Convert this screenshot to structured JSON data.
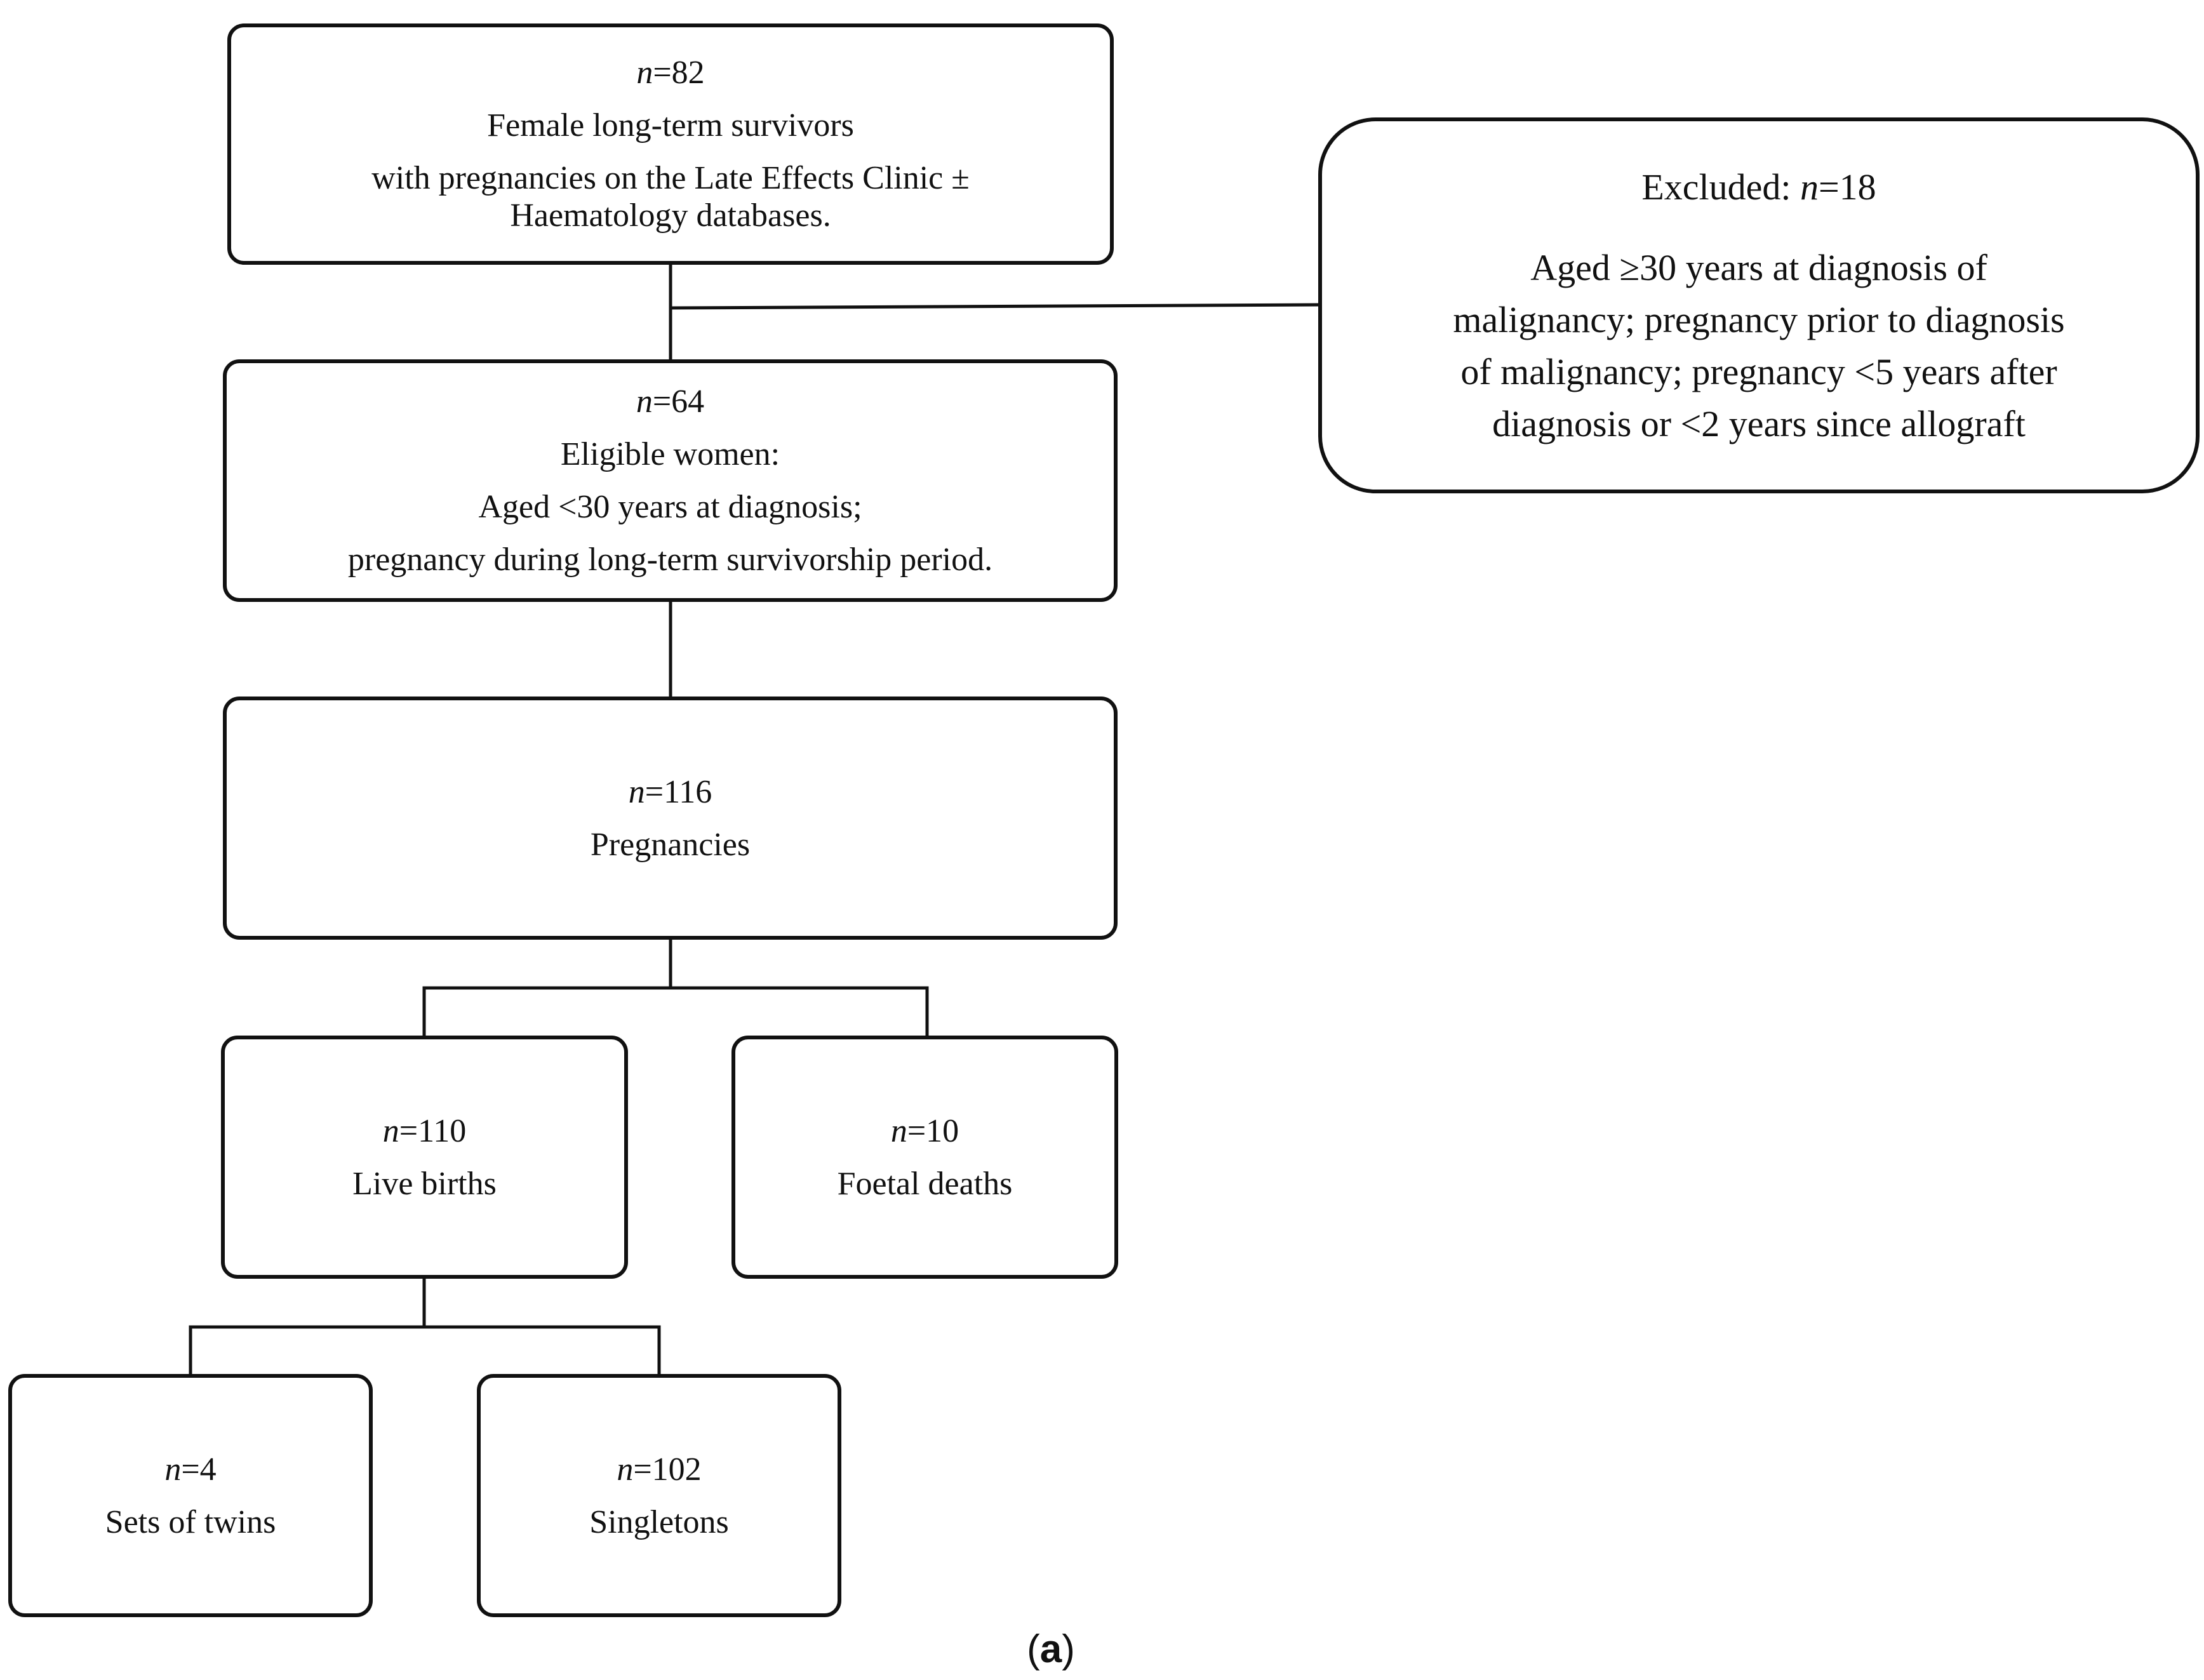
{
  "boxes": {
    "total": {
      "n_prefix": "n",
      "n_value": "=82",
      "lines": [
        "Female long-term survivors",
        "with pregnancies on the Late Effects Clinic ±",
        "Haematology databases."
      ]
    },
    "excluded": {
      "title": "Excluded: ",
      "n_prefix": "n",
      "n_value": "=18",
      "lines": [
        "Aged ≥30 years at diagnosis of",
        "malignancy; pregnancy prior to diagnosis",
        "of malignancy; pregnancy <5 years after",
        "diagnosis or <2 years since allograft"
      ]
    },
    "eligible": {
      "n_prefix": "n",
      "n_value": "=64",
      "lines": [
        "Eligible women:",
        "Aged <30 years at diagnosis;",
        "pregnancy during long-term survivorship period."
      ]
    },
    "pregnancies": {
      "n_prefix": "n",
      "n_value": "=116",
      "label": "Pregnancies"
    },
    "live_births": {
      "n_prefix": "n",
      "n_value": "=110",
      "label": "Live births"
    },
    "foetal_deaths": {
      "n_prefix": "n",
      "n_value": "=10",
      "label": "Foetal deaths"
    },
    "twins": {
      "n_prefix": "n",
      "n_value": "=4",
      "label": "Sets of twins"
    },
    "singletons": {
      "n_prefix": "n",
      "n_value": "=102",
      "label": "Singletons"
    }
  },
  "caption": {
    "open": "(",
    "letter": "a",
    "close": ")"
  }
}
